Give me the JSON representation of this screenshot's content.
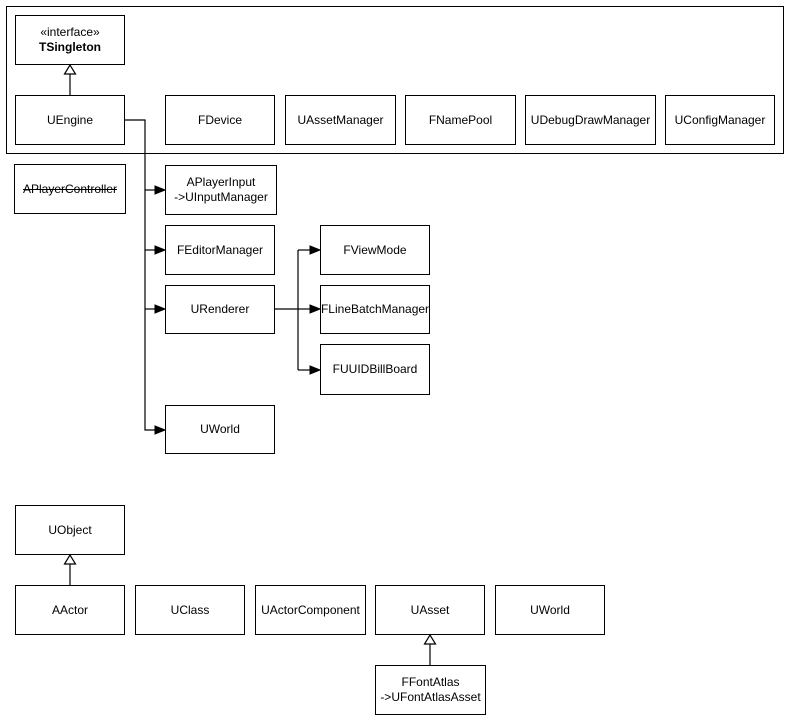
{
  "diagram": {
    "colors": {
      "stroke": "#000000",
      "background": "#ffffff",
      "text": "#000000"
    },
    "nodes": {
      "tsingleton": {
        "stereotype": "«interface»",
        "label": "TSingleton"
      },
      "uengine": {
        "label": "UEngine"
      },
      "fdevice": {
        "label": "FDevice"
      },
      "uassetmanager": {
        "label": "UAssetManager"
      },
      "fnamepool": {
        "label": "FNamePool"
      },
      "udebugdrawmanager": {
        "label": "UDebugDrawManager"
      },
      "uconfigmanager": {
        "label": "UConfigManager"
      },
      "aplayercontroller": {
        "label": "APlayerController",
        "strikethrough": true
      },
      "aplayerinput": {
        "label": "APlayerInput",
        "label2": "->UInputManager"
      },
      "feditormanager": {
        "label": "FEditorManager"
      },
      "urenderer": {
        "label": "URenderer"
      },
      "fviewmode": {
        "label": "FViewMode"
      },
      "flinebatchmanager": {
        "label": "FLineBatchManager"
      },
      "fuuidbillboard": {
        "label": "FUUIDBillBoard"
      },
      "uworld_engine": {
        "label": "UWorld"
      },
      "uobject": {
        "label": "UObject"
      },
      "aactor": {
        "label": "AActor"
      },
      "uclass": {
        "label": "UClass"
      },
      "uactorcomponent": {
        "label": "UActorComponent"
      },
      "uasset": {
        "label": "UAsset"
      },
      "uworld_bottom": {
        "label": "UWorld"
      },
      "ffontatlas": {
        "label": "FFontAtlas",
        "label2": "->UFontAtlasAsset"
      }
    },
    "edges": [
      {
        "from": "UEngine",
        "to": "TSingleton",
        "type": "generalization"
      },
      {
        "from": "UEngine",
        "to": "APlayerInput",
        "type": "directed"
      },
      {
        "from": "UEngine",
        "to": "FEditorManager",
        "type": "directed"
      },
      {
        "from": "UEngine",
        "to": "URenderer",
        "type": "directed"
      },
      {
        "from": "UEngine",
        "to": "UWorld",
        "type": "directed"
      },
      {
        "from": "URenderer",
        "to": "FViewMode",
        "type": "directed"
      },
      {
        "from": "URenderer",
        "to": "FLineBatchManager",
        "type": "directed"
      },
      {
        "from": "URenderer",
        "to": "FUUIDBillBoard",
        "type": "directed"
      },
      {
        "from": "AActor",
        "to": "UObject",
        "type": "generalization"
      },
      {
        "from": "FFontAtlas",
        "to": "UAsset",
        "type": "generalization"
      }
    ]
  }
}
